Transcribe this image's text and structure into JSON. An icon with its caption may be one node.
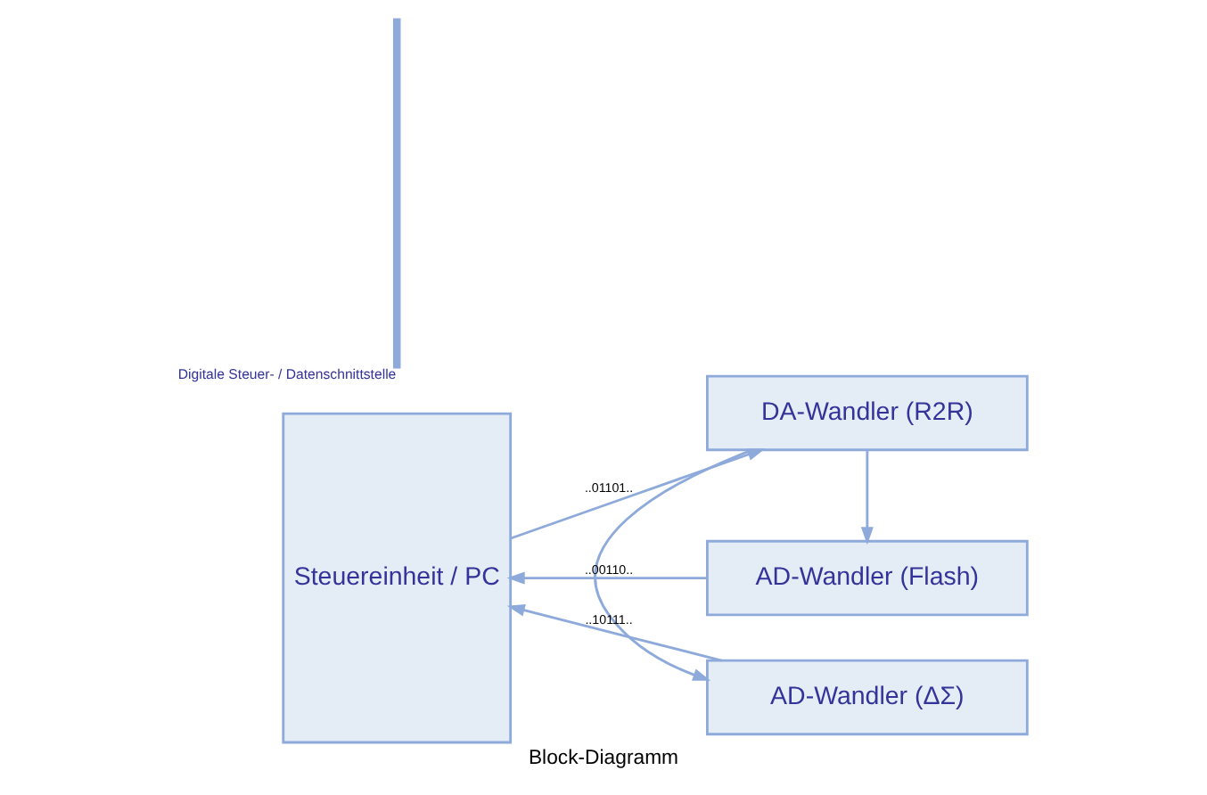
{
  "diagram": {
    "caption": "Block-Diagramm",
    "nodes": [
      {
        "text": [
          "Steuereinheit / PC"
        ]
      },
      {
        "text": [
          "DA-Wandler (R2R)"
        ]
      },
      {
        "text": [
          "AD-Wandler (Flash)"
        ]
      },
      {
        "text": [
          "AD-Wandler (ΔΣ)"
        ]
      },
      {
        "text": [],
        "shape": "bar",
        "beside": [
          "Digitale Steuer- / Datenschnittstelle"
        ]
      }
    ],
    "edges": [
      {
        "from": 0,
        "to": 1,
        "arrow": "to",
        "label": "..01101.."
      },
      {
        "from": 2,
        "to": 0,
        "arrow": "to",
        "label": "..00110.."
      },
      {
        "from": 3,
        "to": 0,
        "arrow": "to",
        "label": "..10111.."
      },
      {
        "from": 1,
        "to": 2,
        "arrow": "to"
      },
      {
        "from": 1,
        "to": 3,
        "arrow": "to"
      }
    ]
  }
}
